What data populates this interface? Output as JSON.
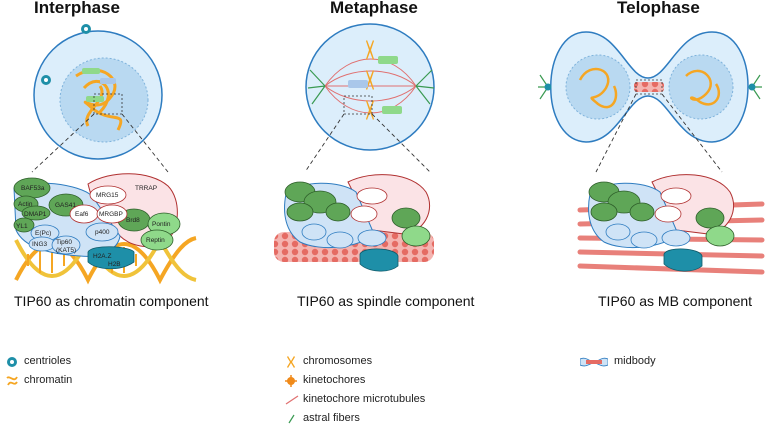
{
  "phases": [
    {
      "title": "Interphase",
      "caption": "TIP60 as chromatin component"
    },
    {
      "title": "Metaphase",
      "caption": "TIP60 as spindle component"
    },
    {
      "title": "Telophase",
      "caption": "TIP60 as MB component"
    }
  ],
  "complex_labels": {
    "baf53a": "BAF53a",
    "actin": "Actin",
    "dmap1": "DMAP1",
    "gas41": "GAS41",
    "yl1": "YL1",
    "mrg15": "MRG15",
    "eaf6": "Eaf6",
    "mrgbp": "MRGBP",
    "trrap": "TRRAP",
    "brd8": "Brd8",
    "pontin": "Pontin",
    "reptin": "Reptin",
    "epc": "E(Pc)",
    "ing3": "ING3",
    "tip60": "Tip60",
    "kat5": "(KAT5)",
    "p400": "p400",
    "h2az": "H2A.Z",
    "h2b": "H2B"
  },
  "legend": {
    "centrioles": "centrioles",
    "chromatin": "chromatin",
    "chromosomes": "chromosomes",
    "kinetochores": "kinetochores",
    "kinetochore_microtubules": "kinetochore microtubules",
    "astral_fibers": "astral fibers",
    "midbody": "midbody"
  },
  "colors": {
    "cell_fill": "#cfe6f7",
    "cell_stroke": "#2e7cc0",
    "chromatin": "#f5a623",
    "green_dark": "#5fa657",
    "green_light": "#8fd98a",
    "pink": "#fbe3e6",
    "blue_light": "#cfe3f6",
    "teal": "#1e8fa8",
    "microtubule": "#e07070",
    "astral": "#3a9a52"
  }
}
